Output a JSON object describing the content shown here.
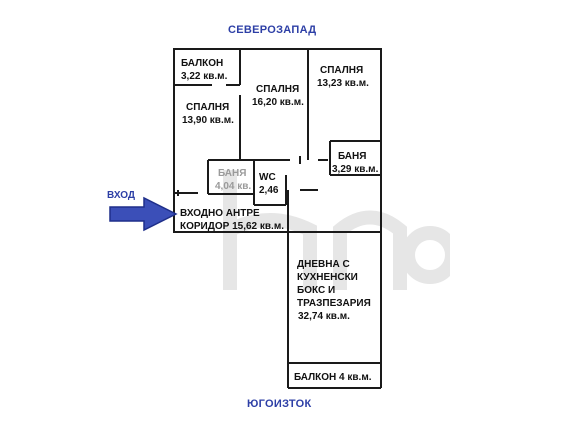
{
  "compass": {
    "north": "СЕВЕРОЗАПАД",
    "south": "ЮГОИЗТОК"
  },
  "entry": {
    "label": "ВХОД"
  },
  "rooms": {
    "balcony_nw": {
      "name": "БАЛКОН",
      "area": "3,22 кв.м."
    },
    "bedroom_1": {
      "name": "СПАЛНЯ",
      "area": "13,90 кв.м."
    },
    "bedroom_2": {
      "name": "СПАЛНЯ",
      "area": "16,20 кв.м."
    },
    "bedroom_3": {
      "name": "СПАЛНЯ",
      "area": "13,23 кв.м."
    },
    "bathroom_1": {
      "name": "БАНЯ",
      "area": "4,04 кв."
    },
    "wc": {
      "name": "WC",
      "area": "2,46"
    },
    "bathroom_2": {
      "name": "БАНЯ",
      "area": "3,29 кв.м."
    },
    "corridor": {
      "line1": "ВХОДНО АНТРЕ",
      "line2": "КОРИДОР 15,62 кв.м."
    },
    "living": {
      "line1": "ДНЕВНА С",
      "line2": "КУХНЕНСКИ",
      "line3": "БОКС И",
      "line4": "ТРАЗПЕЗАРИЯ",
      "area": "32,74 кв.м."
    },
    "balcony_se": {
      "name": "БАЛКОН 4 кв.м."
    }
  },
  "colors": {
    "wall": "#1a1a1a",
    "compass_text": "#2d3fa6",
    "arrow_fill": "#3b4fb8",
    "watermark": "#e9e9e9"
  }
}
